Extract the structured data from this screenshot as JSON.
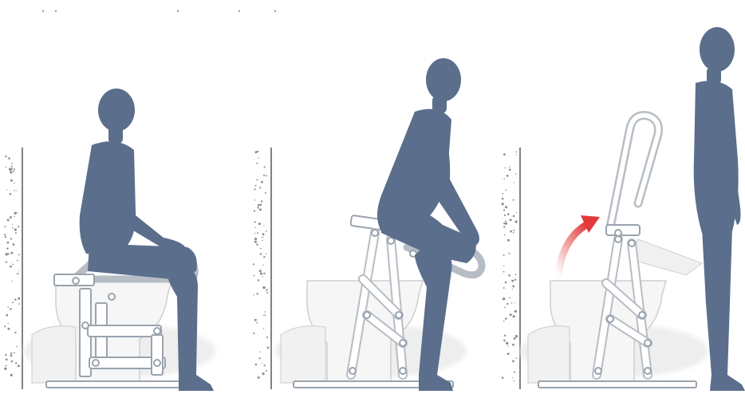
{
  "diagram": {
    "panels": [
      {
        "id": "seated",
        "pose": "seated"
      },
      {
        "id": "rising",
        "pose": "rising"
      },
      {
        "id": "standing",
        "pose": "standing"
      }
    ],
    "colors": {
      "figure": "#5b6e8c",
      "figure_edge": "#44546e",
      "mechanism": "#ffffff",
      "mechanism_edge": "#9aa3ad",
      "toilet": "#f4f4f4",
      "toilet_edge": "#c9c9c9",
      "wall_speckle": "#8a8f95",
      "arrow": "#e23a3a"
    },
    "icons": [
      "person-silhouette",
      "lift-arm-mechanism",
      "toilet-bowl",
      "rotation-arrow"
    ]
  }
}
